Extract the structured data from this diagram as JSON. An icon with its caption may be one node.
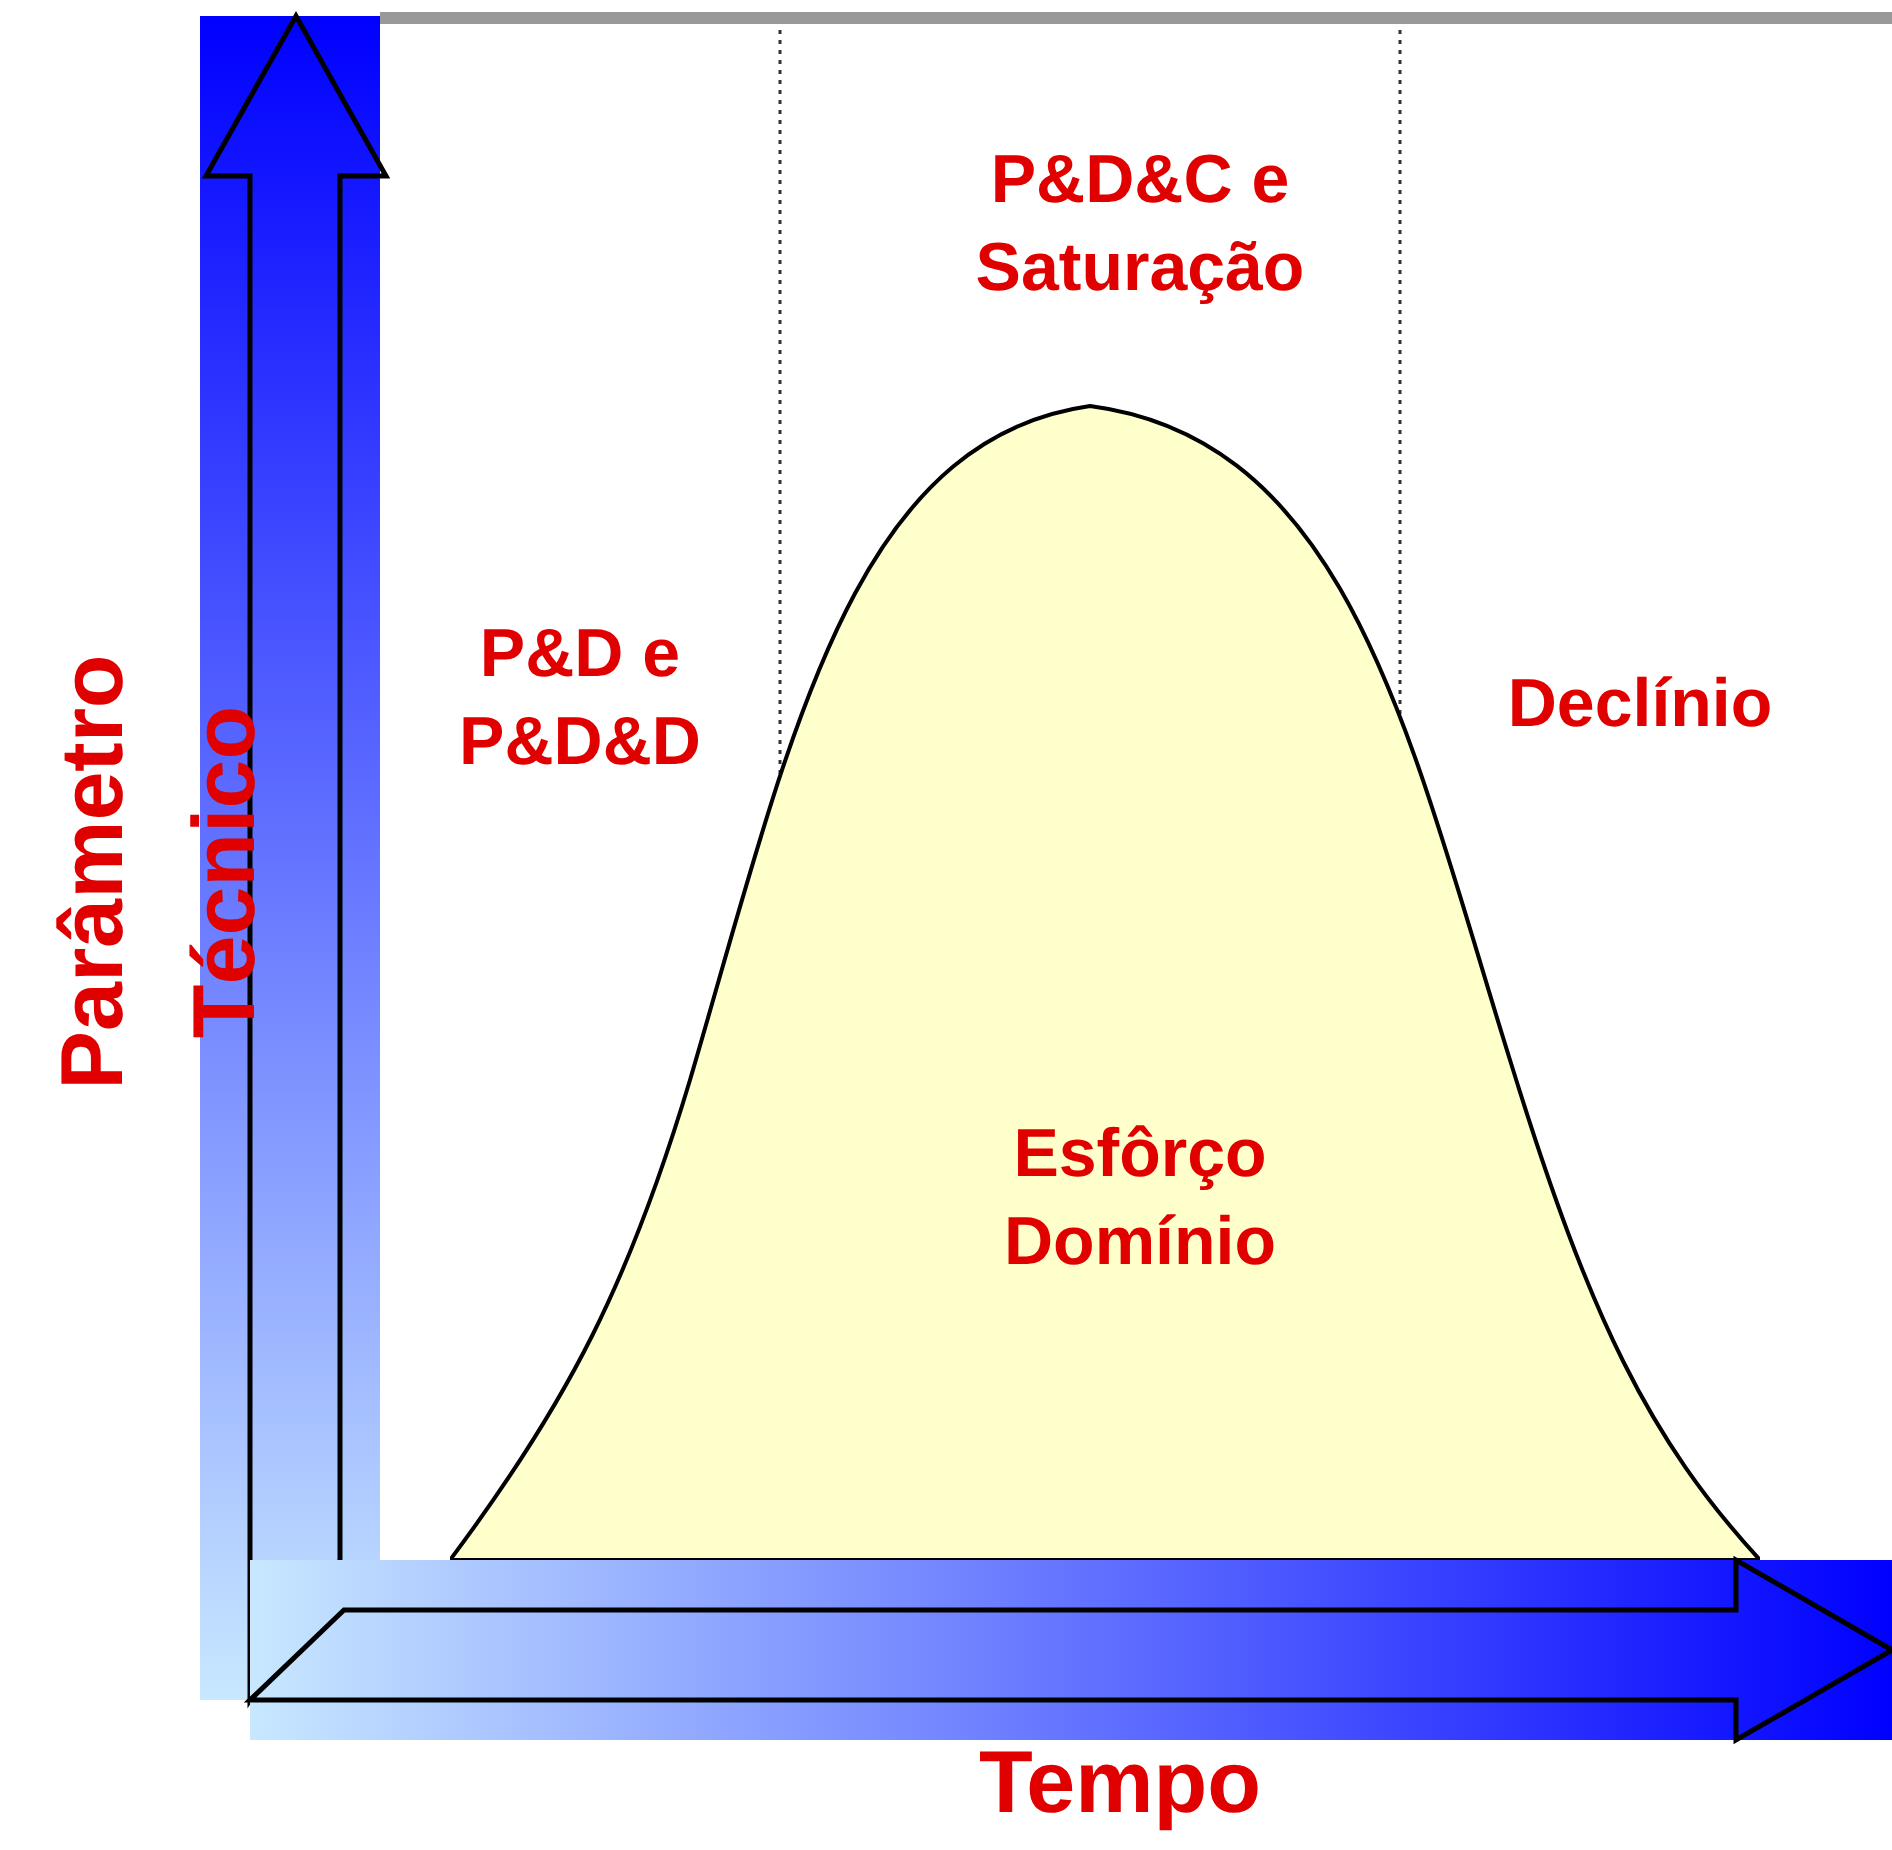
{
  "diagram": {
    "nodes": [
      {
        "text": [
          "Esfôrço Domínio"
        ]
      }
    ],
    "labels": [
      "P&D&C e Saturação",
      "P&D e P&D&D",
      "Declínio",
      "Parâmetro Técnico",
      "Tempo"
    ]
  }
}
